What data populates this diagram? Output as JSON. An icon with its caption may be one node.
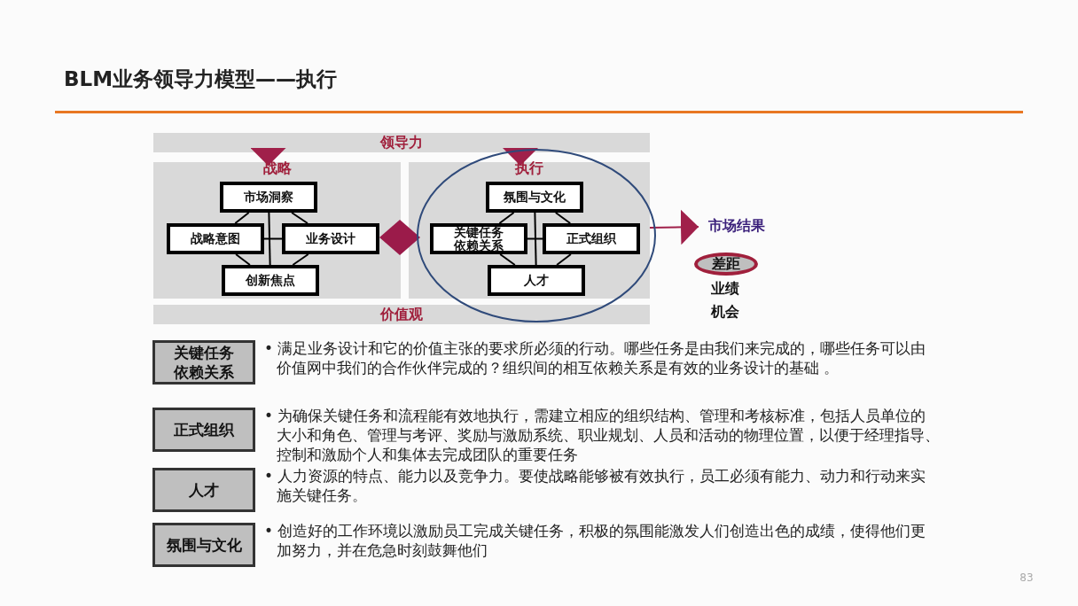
{
  "diagram": {
    "title": "BLM业务领导力模型——执行",
    "nodes": [
      {
        "text": [
          "领导力"
        ]
      },
      {
        "text": [
          "战略"
        ]
      },
      {
        "text": [
          "市场洞察"
        ],
        "in": 1
      },
      {
        "text": [
          "战略意图"
        ],
        "in": 1
      },
      {
        "text": [
          "业务设计"
        ],
        "in": 1
      },
      {
        "text": [
          "创新焦点"
        ],
        "in": 1
      },
      {
        "text": [],
        "shape": "diamond"
      },
      {
        "text": [
          "执行"
        ]
      },
      {
        "text": [
          "氛围与文化"
        ],
        "in": 7
      },
      {
        "text": [
          "关键任务依赖关系"
        ],
        "in": 7
      },
      {
        "text": [
          "正式组织"
        ],
        "in": 7
      },
      {
        "text": [
          "人才"
        ],
        "in": 7
      },
      {
        "text": [
          "价值观"
        ]
      },
      {
        "text": [
          "市场结果"
        ]
      },
      {
        "text": [
          "差距"
        ]
      },
      {
        "text": [
          "关键任务依赖关系"
        ],
        "beside": [
          "• 满足业务设计和它的价值主张的要求所必须的行动。哪些任务是由我们来完成的，哪些任务可以由价值网中我们的合作伙伴完成的？组织间的相互依赖关系是有效的业务设计的基础 。"
        ]
      },
      {
        "text": [
          "正式组织"
        ],
        "beside": [
          "• 为确保关键任务和流程能有效地执行，需建立相应的组织结构、管理和考核标准，包括人员单位的大小和角色、管理与考评、奖励与激励系统、职业规划、人员和活动的物理位置，以便于经理指导、控制和激励个人和集体去完成团队的重要任务"
        ]
      },
      {
        "text": [
          "人才"
        ],
        "beside": [
          "• 人力资源的特点、能力以及竞争力。要使战略能够被有效执行，员工必须有能力、动力和行动来实施关键任务。"
        ]
      },
      {
        "text": [
          "氛围与文化"
        ],
        "beside": [
          "• 创造好的工作环境以激励员工完成关键任务，积极的氛围能激发人们创造出色的成绩，使得他们更加努力，并在危急时刻鼓舞他们"
        ]
      }
    ],
    "edges": [
      {
        "from": 0,
        "to": 1,
        "arrow": "to",
        "color": "#a0204a"
      },
      {
        "from": 0,
        "to": 7,
        "arrow": "to",
        "color": "#a0204a"
      },
      {
        "from": 2,
        "to": 5,
        "arrow": "none"
      },
      {
        "from": 3,
        "to": 4,
        "arrow": "none"
      },
      {
        "from": 2,
        "to": 3,
        "arrow": "none"
      },
      {
        "from": 2,
        "to": 4,
        "arrow": "none"
      },
      {
        "from": 3,
        "to": 5,
        "arrow": "none"
      },
      {
        "from": 4,
        "to": 5,
        "arrow": "none"
      },
      {
        "from": 8,
        "to": 11,
        "arrow": "none"
      },
      {
        "from": 9,
        "to": 10,
        "arrow": "none"
      },
      {
        "from": 8,
        "to": 9,
        "arrow": "none"
      },
      {
        "from": 8,
        "to": 10,
        "arrow": "none"
      },
      {
        "from": 9,
        "to": 11,
        "arrow": "none"
      },
      {
        "from": 10,
        "to": 11,
        "arrow": "none"
      },
      {
        "from": 7,
        "to": 13,
        "arrow": "to",
        "color": "#a0204a"
      }
    ],
    "labels": [
      "业绩",
      "机会",
      "83"
    ]
  }
}
